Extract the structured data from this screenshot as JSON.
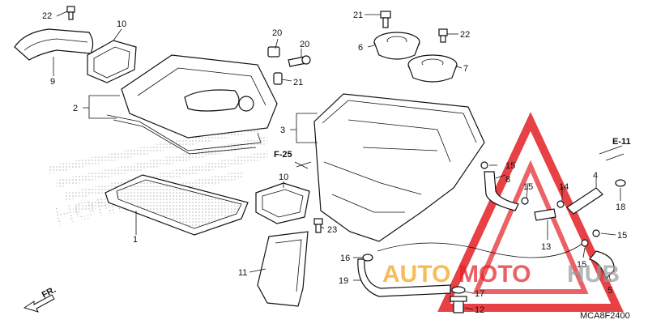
{
  "colors": {
    "line": "#111111",
    "watermark_red": "#e31e24",
    "watermark_orange": "#f5a623",
    "watermark_gray": "#9a9a9a",
    "dots": "#b5b5b5"
  },
  "watermark": {
    "brand_auto": "AUTO",
    "brand_moto": "MOTO",
    "brand_hub": "HUB",
    "background_logo": "HONDA"
  },
  "callouts": [
    {
      "id": "c1",
      "text": "1"
    },
    {
      "id": "c2",
      "text": "2"
    },
    {
      "id": "c3",
      "text": "3"
    },
    {
      "id": "c4",
      "text": "4"
    },
    {
      "id": "c5",
      "text": "5"
    },
    {
      "id": "c6",
      "text": "6"
    },
    {
      "id": "c7",
      "text": "7"
    },
    {
      "id": "c8",
      "text": "8"
    },
    {
      "id": "c9",
      "text": "9"
    },
    {
      "id": "c10a",
      "text": "10"
    },
    {
      "id": "c10b",
      "text": "10"
    },
    {
      "id": "c11",
      "text": "11"
    },
    {
      "id": "c12",
      "text": "12"
    },
    {
      "id": "c13",
      "text": "13"
    },
    {
      "id": "c14",
      "text": "14"
    },
    {
      "id": "c15a",
      "text": "15"
    },
    {
      "id": "c15b",
      "text": "15"
    },
    {
      "id": "c15c",
      "text": "15"
    },
    {
      "id": "c15d",
      "text": "15"
    },
    {
      "id": "c16",
      "text": "16"
    },
    {
      "id": "c17",
      "text": "17"
    },
    {
      "id": "c18",
      "text": "18"
    },
    {
      "id": "c19",
      "text": "19"
    },
    {
      "id": "c20a",
      "text": "20"
    },
    {
      "id": "c20b",
      "text": "20"
    },
    {
      "id": "c21a",
      "text": "21"
    },
    {
      "id": "c21b",
      "text": "21"
    },
    {
      "id": "c22a",
      "text": "22"
    },
    {
      "id": "c22b",
      "text": "22"
    },
    {
      "id": "c23",
      "text": "23"
    }
  ],
  "references": {
    "e11": "E-11",
    "f25": "F-25",
    "front": "FR."
  },
  "diagram_code": "MCA8F2400"
}
